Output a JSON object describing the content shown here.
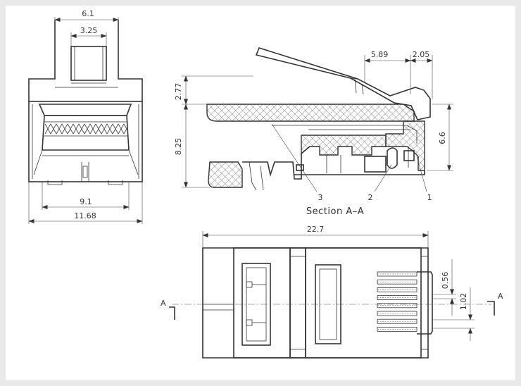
{
  "front_view": {
    "dims": {
      "overall_top": "6.1",
      "latch": "3.25",
      "inner": "9.1",
      "overall": "11.68"
    }
  },
  "section_view": {
    "caption": "Section A–A",
    "dims": {
      "top_left": "5.89",
      "top_right": "2.05",
      "latch_height": "2.77",
      "body_height": "8.25",
      "right_height": "6.6"
    },
    "callouts": {
      "c1": "1",
      "c2": "2",
      "c3": "3"
    }
  },
  "plan_view": {
    "dims": {
      "length": "22.7",
      "contact_width": "0.56",
      "contact_pitch": "1.02"
    },
    "section_mark_left": "A",
    "section_mark_right": "A"
  },
  "colors": {
    "line": "#333333",
    "background": "#ffffff",
    "frame": "#e9e9e9"
  }
}
